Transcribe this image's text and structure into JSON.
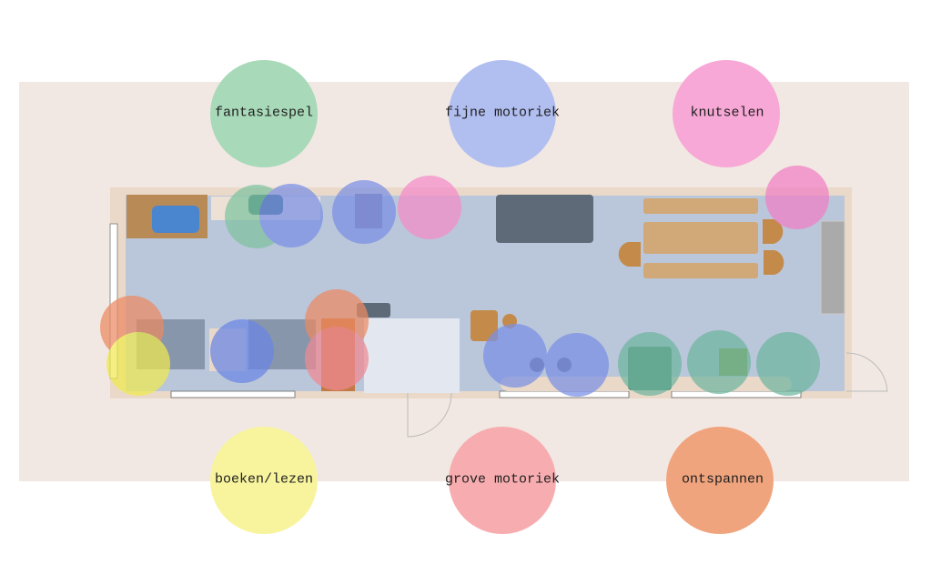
{
  "colors": {
    "fantasiespel": "#8fcfa8",
    "fijne_motoriek": "#8ea3ec",
    "knutselen": "#f58cc9",
    "boeken_lezen": "#f5f28a",
    "grove_motoriek": "#f59598",
    "ontspannen": "#ec8f62",
    "band": "#f2e8e3",
    "floor": "#bac6da",
    "wall": "#ead9c9"
  },
  "legend": [
    {
      "key": "fantasiespel",
      "label": "fantasiespel"
    },
    {
      "key": "fijne_motoriek",
      "label": "fijne motoriek"
    },
    {
      "key": "knutselen",
      "label": "knutselen"
    },
    {
      "key": "boeken_lezen",
      "label": "boeken/lezen"
    },
    {
      "key": "grove_motoriek",
      "label": "grove motoriek"
    },
    {
      "key": "ontspannen",
      "label": "ontspannen"
    }
  ]
}
